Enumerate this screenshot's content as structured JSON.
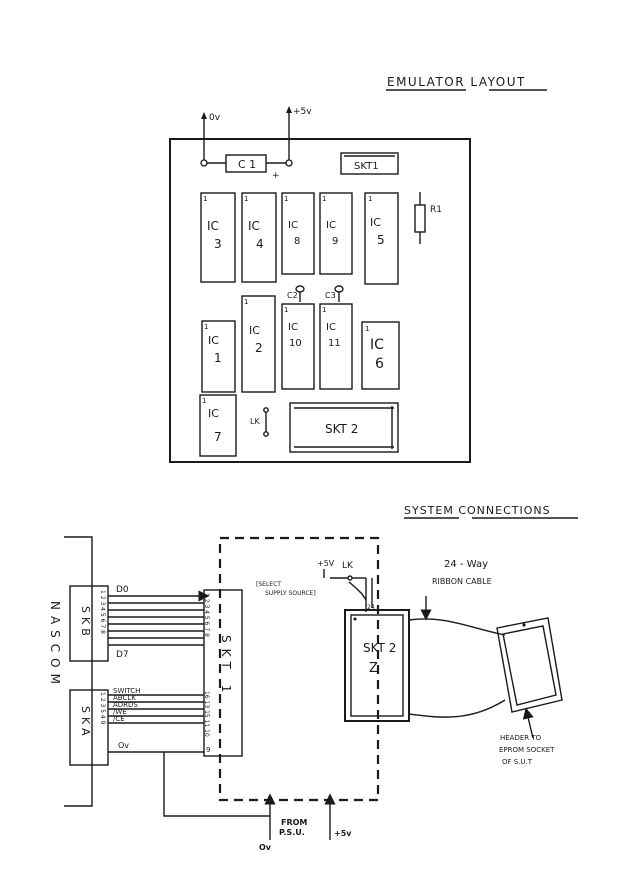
{
  "titles": {
    "layout": "EMULATOR LAYOUT",
    "connections": "SYSTEM CONNECTIONS"
  },
  "layout_board": {
    "ov": "0v",
    "plus5v": "+5v",
    "c1": "C 1",
    "plus": "+",
    "skt1": "SKT1",
    "r1": "R1",
    "c2": "C2",
    "c3": "C3",
    "lk": "LK",
    "skt2": "SKT 2",
    "pin1": "1",
    "ics": [
      {
        "id": "ic3",
        "line1": "IC",
        "line2": "3"
      },
      {
        "id": "ic4",
        "line1": "IC",
        "line2": "4"
      },
      {
        "id": "ic8",
        "line1": "IC",
        "line2": "8"
      },
      {
        "id": "ic9",
        "line1": "IC",
        "line2": "9"
      },
      {
        "id": "ic5",
        "line1": "IC",
        "line2": "5"
      },
      {
        "id": "ic1",
        "line1": "IC",
        "line2": "1"
      },
      {
        "id": "ic2",
        "line1": "IC",
        "line2": "2"
      },
      {
        "id": "ic10",
        "line1": "IC",
        "line2": "10"
      },
      {
        "id": "ic11",
        "line1": "IC",
        "line2": "11"
      },
      {
        "id": "ic6",
        "line1": "IC",
        "line2": "6"
      },
      {
        "id": "ic7",
        "line1": "IC",
        "line2": "7"
      }
    ]
  },
  "connections": {
    "nascom": "NASCOM",
    "skb": "SKB",
    "ska": "SKA",
    "d0": "D0",
    "d7": "D7",
    "skb_pins": "1 2 3 4 5 6 7 8",
    "ska_pins": "1 2 3 5 4 9",
    "ska_signals": [
      "SWITCH",
      "ABCLK",
      "ADRDS",
      "/WE",
      "/CE"
    ],
    "ov_label": "Ov",
    "skt1": "SKT 1",
    "skt1_pins_top": "1 2 3 4 5 6 7 8",
    "skt1_pins_bottom": "16 13 15 11 10",
    "skt1_pin9": "9",
    "lk_supply": "+5V",
    "lk": "LK",
    "select_note_1": "[SELECT",
    "select_note_2": "SUPPLY SOURCE]",
    "skt2_pin": "24",
    "skt2": "SKT 2",
    "ribbon_1": "24 - Way",
    "ribbon_2": "RIBBON CABLE",
    "header_1": "HEADER TO",
    "header_2": "EPROM SOCKET",
    "header_3": "OF S.U.T",
    "from_psu_1": "FROM",
    "from_psu_2": "P.S.U.",
    "psu_ov": "Ov",
    "psu_5v": "+5v"
  }
}
